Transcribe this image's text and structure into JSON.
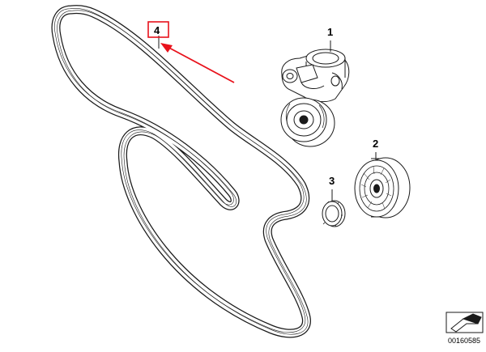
{
  "callouts": {
    "belt": "4",
    "tensioner": "1",
    "idler_pulley": "2",
    "cap": "3"
  },
  "document_number": "00160585",
  "colors": {
    "highlight": "#e8121c",
    "line": "#1a1a1a",
    "fill": "#ffffff"
  }
}
